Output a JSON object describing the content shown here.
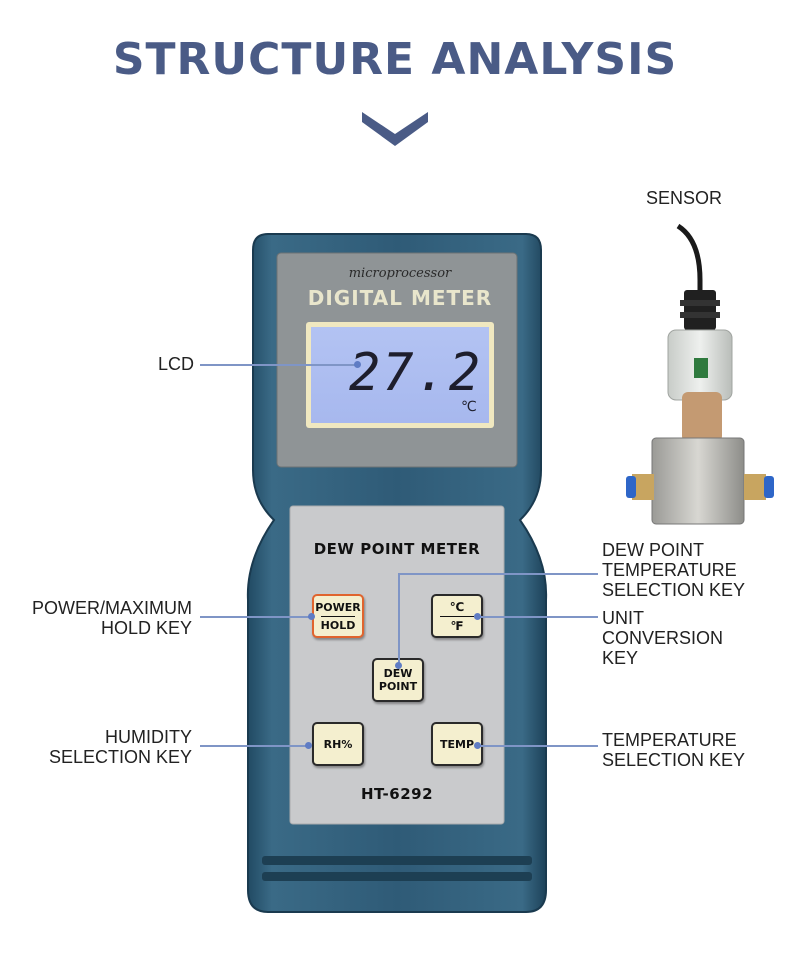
{
  "header": {
    "title": "STRUCTURE ANALYSIS"
  },
  "device": {
    "brand_small": "microprocessor",
    "brand_big": "DIGITAL METER",
    "lcd_value": "27.2",
    "lcd_unit": "℃",
    "panel_title": "DEW POINT METER",
    "model": "HT-6292",
    "keys": {
      "power_top": "POWER",
      "power_bottom": "HOLD",
      "unit_top": "℃",
      "unit_bottom": "℉",
      "dew_top": "DEW",
      "dew_bottom": "POINT",
      "rh": "RH%",
      "temp": "TEMP"
    }
  },
  "labels": {
    "sensor": "SENSOR",
    "lcd": "LCD",
    "power": "POWER/MAXIMUM\nHOLD KEY",
    "humidity": "HUMIDITY\nSELECTION KEY",
    "dew_point": "DEW POINT\nTEMPERATURE\nSELECTION KEY",
    "unit": "UNIT\nCONVERSION\nKEY",
    "temperature": "TEMPERATURE\nSELECTION KEY"
  },
  "colors": {
    "title": "#4a5b86",
    "body": "#2f5a75",
    "lcd": "#aebff1",
    "panel": "#c9cacc",
    "leader": "#7f95c6"
  }
}
